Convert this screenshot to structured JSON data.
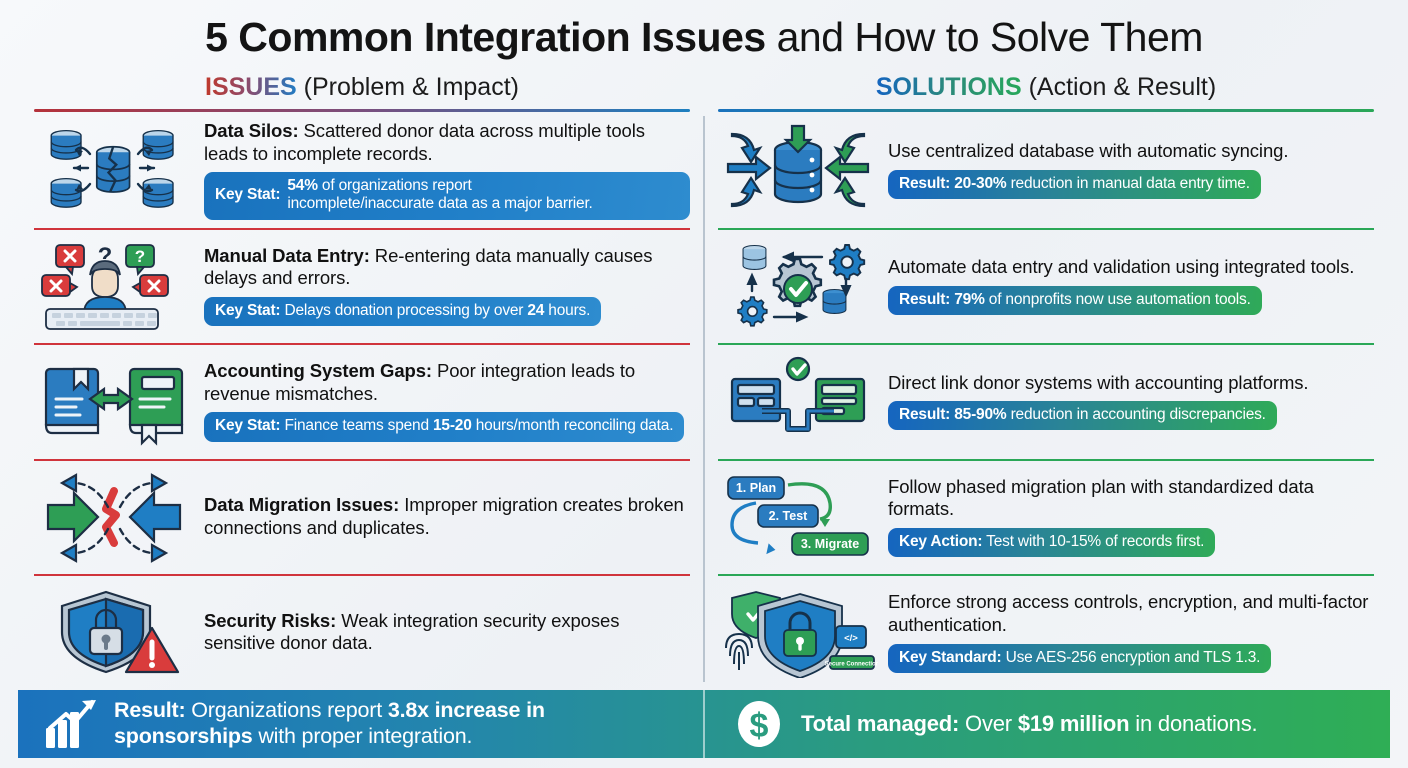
{
  "title": {
    "bold": "5 Common Integration Issues",
    "normal": " and How to Solve Them"
  },
  "headers": {
    "issues": {
      "keyword": "ISSUES",
      "subtitle": " (Problem & Impact)"
    },
    "solutions": {
      "keyword": "SOLUTIONS",
      "subtitle": " (Action & Result)"
    }
  },
  "colors": {
    "issue_rule": "#d0343c",
    "solution_rule": "#2aa757",
    "badge_blue": "#1972bd",
    "badge_green": "#2faa58",
    "divider": "#b9c4cf"
  },
  "issues": [
    {
      "icon": "scattered-databases-icon",
      "term": "Data Silos:",
      "text": " Scattered donor data across multiple tools leads to incomplete records.",
      "badge_label": "Key Stat:",
      "badge_line1_bold": "54%",
      "badge_line1_rest": " of organizations report",
      "badge_line2": "incomplete/inaccurate data as a major barrier.",
      "badge_stacked": true
    },
    {
      "icon": "manual-data-entry-errors-icon",
      "term": "Manual Data Entry:",
      "text": " Re-entering data manually causes delays and errors.",
      "badge_label": "Key Stat:",
      "badge_pre": " Delays donation processing by over ",
      "badge_bold": "24",
      "badge_post": " hours.",
      "badge_stacked": false
    },
    {
      "icon": "two-books-exchange-icon",
      "term": "Accounting System Gaps:",
      "text": " Poor integration leads to revenue mismatches.",
      "badge_label": "Key Stat:",
      "badge_pre": " Finance teams spend ",
      "badge_bold": "15-20",
      "badge_post": " hours/month reconciling data.",
      "badge_stacked": false
    },
    {
      "icon": "broken-migration-arrows-icon",
      "term": "Data Migration Issues:",
      "text": " Improper migration creates broken connections and duplicates.",
      "badge_label": "",
      "badge_pre": "",
      "badge_bold": "",
      "badge_post": "",
      "badge_stacked": false
    },
    {
      "icon": "shield-lock-warning-icon",
      "term": "Security Risks:",
      "text": " Weak integration security exposes sensitive donor data.",
      "badge_label": "",
      "badge_pre": "",
      "badge_bold": "",
      "badge_post": "",
      "badge_stacked": false
    }
  ],
  "solutions": [
    {
      "icon": "centralized-database-inflow-icon",
      "text": "Use centralized database with automatic syncing.",
      "badge_label": "Result:",
      "badge_pre": " ",
      "badge_bold": "20-30%",
      "badge_post": " reduction in manual data entry time."
    },
    {
      "icon": "gears-automation-check-icon",
      "text": "Automate data entry and validation using integrated tools.",
      "badge_label": "Result:",
      "badge_pre": " ",
      "badge_bold": "79%",
      "badge_post": " of nonprofits now use automation tools."
    },
    {
      "icon": "linked-systems-bridge-icon",
      "text": "Direct link donor systems with accounting platforms.",
      "badge_label": "Result:",
      "badge_pre": " ",
      "badge_bold": "85-90%",
      "badge_post": " reduction in accounting discrepancies."
    },
    {
      "icon": "phased-migration-steps-icon",
      "text": "Follow phased migration plan with standardized data formats.",
      "badge_label": "Key Action:",
      "badge_pre": " Test with 10-15% of records first.",
      "badge_bold": "",
      "badge_post": "",
      "steps": [
        "1. Plan",
        "2. Test",
        "3. Migrate"
      ]
    },
    {
      "icon": "security-shield-lock-biometric-icon",
      "text": "Enforce strong access controls, encryption, and multi-factor authentication.",
      "badge_label": "Key Standard:",
      "badge_pre": " Use AES-256 encryption and TLS 1.3.",
      "badge_bold": "",
      "badge_post": "",
      "icon_caption": "Secure Connection"
    }
  ],
  "footer": {
    "left": {
      "icon": "growth-chart-icon",
      "label": "Result:",
      "pre": " Organizations report ",
      "bold": "3.8x increase in sponsorships",
      "post": " with proper integration."
    },
    "right": {
      "icon": "dollar-coin-icon",
      "label": "Total managed:",
      "pre": " Over ",
      "bold": "$19 million",
      "post": " in donations."
    }
  }
}
